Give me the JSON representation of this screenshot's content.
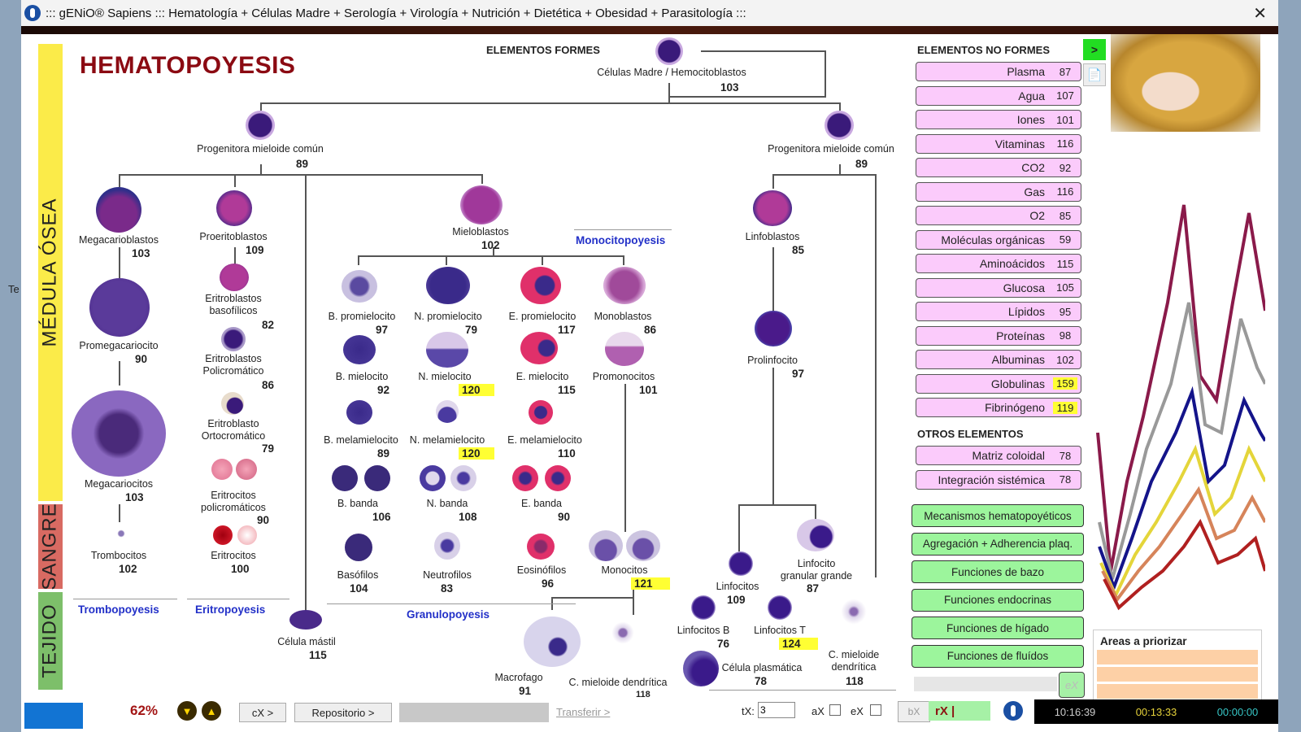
{
  "window": {
    "title": "::: gENiO® Sapiens ::: Hematología + Células Madre + Serología + Virología + Nutrición + Dietética + Obesidad + Parasitología :::",
    "close_label": "✕",
    "side_stub": "Te"
  },
  "bands": {
    "medula": "MÉDULA ÓSEA",
    "sangre": "SANGRE",
    "tejido": "TEJIDO"
  },
  "main_title": "HEMATOPOYESIS",
  "formes_title": "ELEMENTOS FORMES",
  "nodes": {
    "stem": {
      "label": "Células Madre / Hemocitoblastos",
      "value": "103"
    },
    "prog_left": {
      "label": "Progenitora mieloide común",
      "value": "89"
    },
    "prog_right": {
      "label": "Progenitora mieloide común",
      "value": "89"
    },
    "megacarioblastos": {
      "label": "Megacarioblastos",
      "value": "103"
    },
    "promegacariocito": {
      "label": "Promegacariocito",
      "value": "90"
    },
    "megacariocitos": {
      "label": "Megacariocitos",
      "value": "103"
    },
    "trombocitos": {
      "label": "Trombocitos",
      "value": "102"
    },
    "proeritoblastos": {
      "label": "Proeritoblastos",
      "value": "109"
    },
    "eritro_baso": {
      "label1": "Eritroblastos",
      "label2": "basofílicos",
      "value": "82"
    },
    "eritro_poli": {
      "label1": "Eritroblastos",
      "label2": "Policromático",
      "value": "86"
    },
    "eritro_orto": {
      "label1": "Eritroblasto",
      "label2": "Ortocromático",
      "value": "79"
    },
    "eritrocitos_poli": {
      "label1": "Eritrocitos",
      "label2": "policromáticos",
      "value": "90"
    },
    "eritrocitos": {
      "label": "Eritrocitos",
      "value": "100"
    },
    "mieloblastos": {
      "label": "Mieloblastos",
      "value": "102"
    },
    "b_promielocito": {
      "label": "B. promielocito",
      "value": "97"
    },
    "n_promielocito": {
      "label": "N. promielocito",
      "value": "79"
    },
    "e_promielocito": {
      "label": "E. promielocito",
      "value": "117"
    },
    "monoblastos": {
      "label": "Monoblastos",
      "value": "86"
    },
    "b_mielocito": {
      "label": "B. mielocito",
      "value": "92"
    },
    "n_mielocito": {
      "label": "N. mielocito",
      "value": "120"
    },
    "e_mielocito": {
      "label": "E. mielocito",
      "value": "115"
    },
    "promonocitos": {
      "label": "Promonocitos",
      "value": "101"
    },
    "b_melamielocito": {
      "label": "B. melamielocito",
      "value": "89"
    },
    "n_melamielocito": {
      "label": "N. melamielocito",
      "value": "120"
    },
    "e_melamielocito": {
      "label": "E. melamielocito",
      "value": "110"
    },
    "b_banda": {
      "label": "B. banda",
      "value": "106"
    },
    "n_banda": {
      "label": "N. banda",
      "value": "108"
    },
    "e_banda": {
      "label": "E. banda",
      "value": "90"
    },
    "basofilos": {
      "label": "Basófilos",
      "value": "104"
    },
    "neutrofilos": {
      "label": "Neutrofilos",
      "value": "83"
    },
    "eosinofilos": {
      "label": "Eosinófilos",
      "value": "96"
    },
    "monocitos": {
      "label": "Monocitos",
      "value": "121"
    },
    "macrofago": {
      "label": "Macrofago",
      "value": "91"
    },
    "c_mieloide_dendritica_left": {
      "label": "C. mieloide dendrítica",
      "value": "118"
    },
    "celula_mastil": {
      "label": "Célula mástil",
      "value": "115"
    },
    "linfoblastos": {
      "label": "Linfoblastos",
      "value": "85"
    },
    "prolinfocito": {
      "label": "Prolinfocito",
      "value": "97"
    },
    "linfocitos": {
      "label": "Linfocitos",
      "value": "109"
    },
    "linfocito_granular": {
      "label1": "Linfocito",
      "label2": "granular grande",
      "value": "87"
    },
    "linfocitos_b": {
      "label": "Linfocitos B",
      "value": "76"
    },
    "linfocitos_t": {
      "label": "Linfocitos T",
      "value": "124"
    },
    "celula_plasmatica": {
      "label": "Célula plasmática",
      "value": "78"
    },
    "c_mieloide_dendritica_right": {
      "label1": "C. mieloide",
      "label2": "dendrítica",
      "value": "118"
    }
  },
  "groups": {
    "monocitopoyesis": "Monocitopoyesis",
    "granulopoyesis": "Granulopoyesis",
    "trombopoyesis": "Trombopoyesis",
    "eritropoyesis": "Eritropoyesis"
  },
  "no_formes": {
    "title": "ELEMENTOS NO FORMES",
    "go_label": ">",
    "items": [
      {
        "name": "Plasma",
        "value": "87",
        "highlight": false
      },
      {
        "name": "Agua",
        "value": "107",
        "highlight": false
      },
      {
        "name": "Iones",
        "value": "101",
        "highlight": false
      },
      {
        "name": "Vitaminas",
        "value": "116",
        "highlight": false
      },
      {
        "name": "CO2",
        "value": "92",
        "highlight": false
      },
      {
        "name": "Gas",
        "value": "116",
        "highlight": false
      },
      {
        "name": "O2",
        "value": "85",
        "highlight": false
      },
      {
        "name": "Moléculas orgánicas",
        "value": "59",
        "highlight": false
      },
      {
        "name": "Aminoácidos",
        "value": "115",
        "highlight": false
      },
      {
        "name": "Glucosa",
        "value": "105",
        "highlight": false
      },
      {
        "name": "Lípidos",
        "value": "95",
        "highlight": false
      },
      {
        "name": "Proteínas",
        "value": "98",
        "highlight": false
      },
      {
        "name": "Albuminas",
        "value": "102",
        "highlight": false
      },
      {
        "name": "Globulinas",
        "value": "159",
        "highlight": true
      },
      {
        "name": "Fibrinógeno",
        "value": "119",
        "highlight": true
      }
    ]
  },
  "otros": {
    "title": "OTROS ELEMENTOS",
    "items": [
      {
        "name": "Matriz coloidal",
        "value": "78"
      },
      {
        "name": "Integración sistémica",
        "value": "78"
      }
    ]
  },
  "functions": [
    "Mecanismos hematopoyéticos",
    "Agregación + Adherencia plaq.",
    "Funciones de bazo",
    "Funciones endocrinas",
    "Funciones de hígado",
    "Funciones de fluídos"
  ],
  "areas": {
    "title": "Areas a priorizar"
  },
  "ex_label": "eX",
  "bottom": {
    "percent": "62%",
    "cx_label": "cX >",
    "repositorio_label": "Repositorio >",
    "transferir_label": "Transferir >",
    "tx_label": "tX:",
    "tx_value": "3",
    "ax_label": "aX",
    "ex_label": "eX",
    "bx_label": "bX",
    "rx_label": "rX |",
    "clock": "10:16:39",
    "timer1": "00:13:33",
    "timer2": "00:00:00",
    "clock_colors": {
      "clock": "#cccccc",
      "timer1": "#e6d23a",
      "timer2": "#37c6c6"
    }
  },
  "colors": {
    "highlight": "#ffff33",
    "pink_button": "#fbcbfb",
    "green_button": "#9cf59c",
    "title": "#8b0a12",
    "group_label": "#2230c8"
  }
}
